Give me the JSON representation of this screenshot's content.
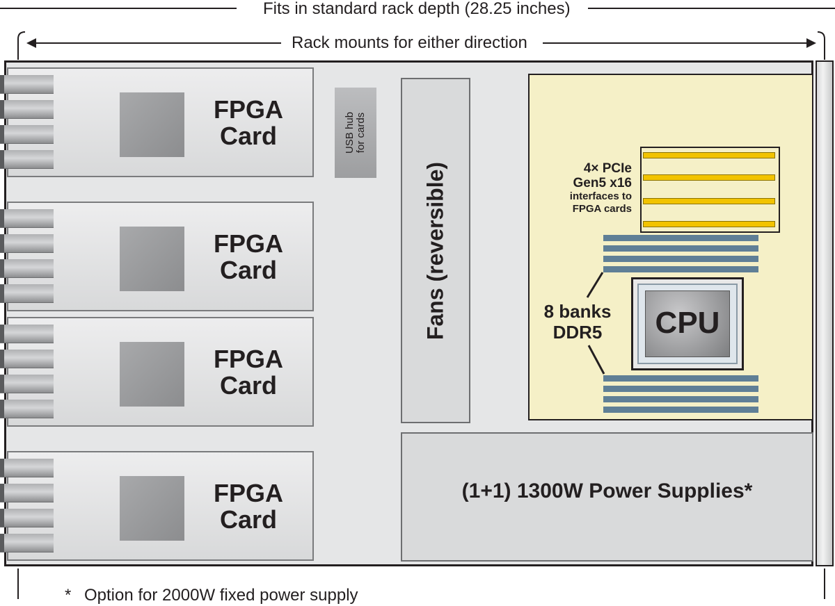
{
  "dimensions": {
    "depth_label": "Fits in standard rack depth (28.25 inches)",
    "mount_label": "Rack mounts for either direction"
  },
  "fpga_cards": [
    {
      "label_line1": "FPGA",
      "label_line2": "Card"
    },
    {
      "label_line1": "FPGA",
      "label_line2": "Card"
    },
    {
      "label_line1": "FPGA",
      "label_line2": "Card"
    },
    {
      "label_line1": "FPGA",
      "label_line2": "Card"
    }
  ],
  "usb_hub": {
    "line1": "USB hub",
    "line2": "for cards"
  },
  "fans": {
    "label": "Fans (reversible)"
  },
  "pcie": {
    "line1": "4× PCIe",
    "line2": "Gen5 x16",
    "line3": "interfaces to",
    "line4": "FPGA cards"
  },
  "memory": {
    "line1": "8 banks",
    "line2": "DDR5"
  },
  "cpu": {
    "label": "CPU"
  },
  "power": {
    "label": "(1+1) 1300W Power Supplies*"
  },
  "footnote": {
    "marker": "*",
    "text": "Option for 2000W fixed power supply"
  },
  "colors": {
    "outline": "#231f20",
    "chassis": "#e5e6e7",
    "motherboard": "#f5f0c7",
    "pcie_slot": "#f2c300",
    "ddr_module": "#5f7f96"
  }
}
